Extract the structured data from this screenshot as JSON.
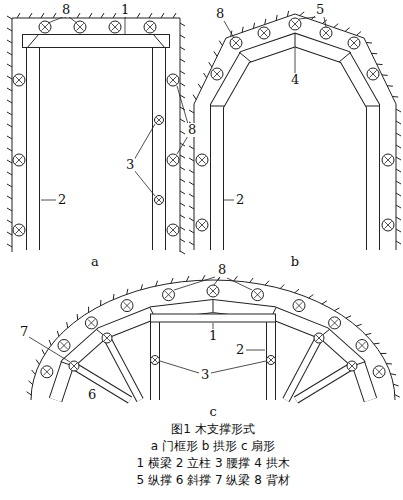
{
  "diagram": {
    "caption": "图1 木支撑形式",
    "labels": [
      "8",
      "1",
      "2",
      "3",
      "8",
      "a",
      "8",
      "5",
      "4",
      "2",
      "b",
      "8",
      "1",
      "7",
      "2",
      "3",
      "6",
      "c",
      "a 门框形 b 拱形 c 扇形",
      "1 横梁 2 立柱 3 腰撑 4 拱木",
      "5 纵撑 6 斜撑 7 纵梁 8 背材"
    ]
  }
}
